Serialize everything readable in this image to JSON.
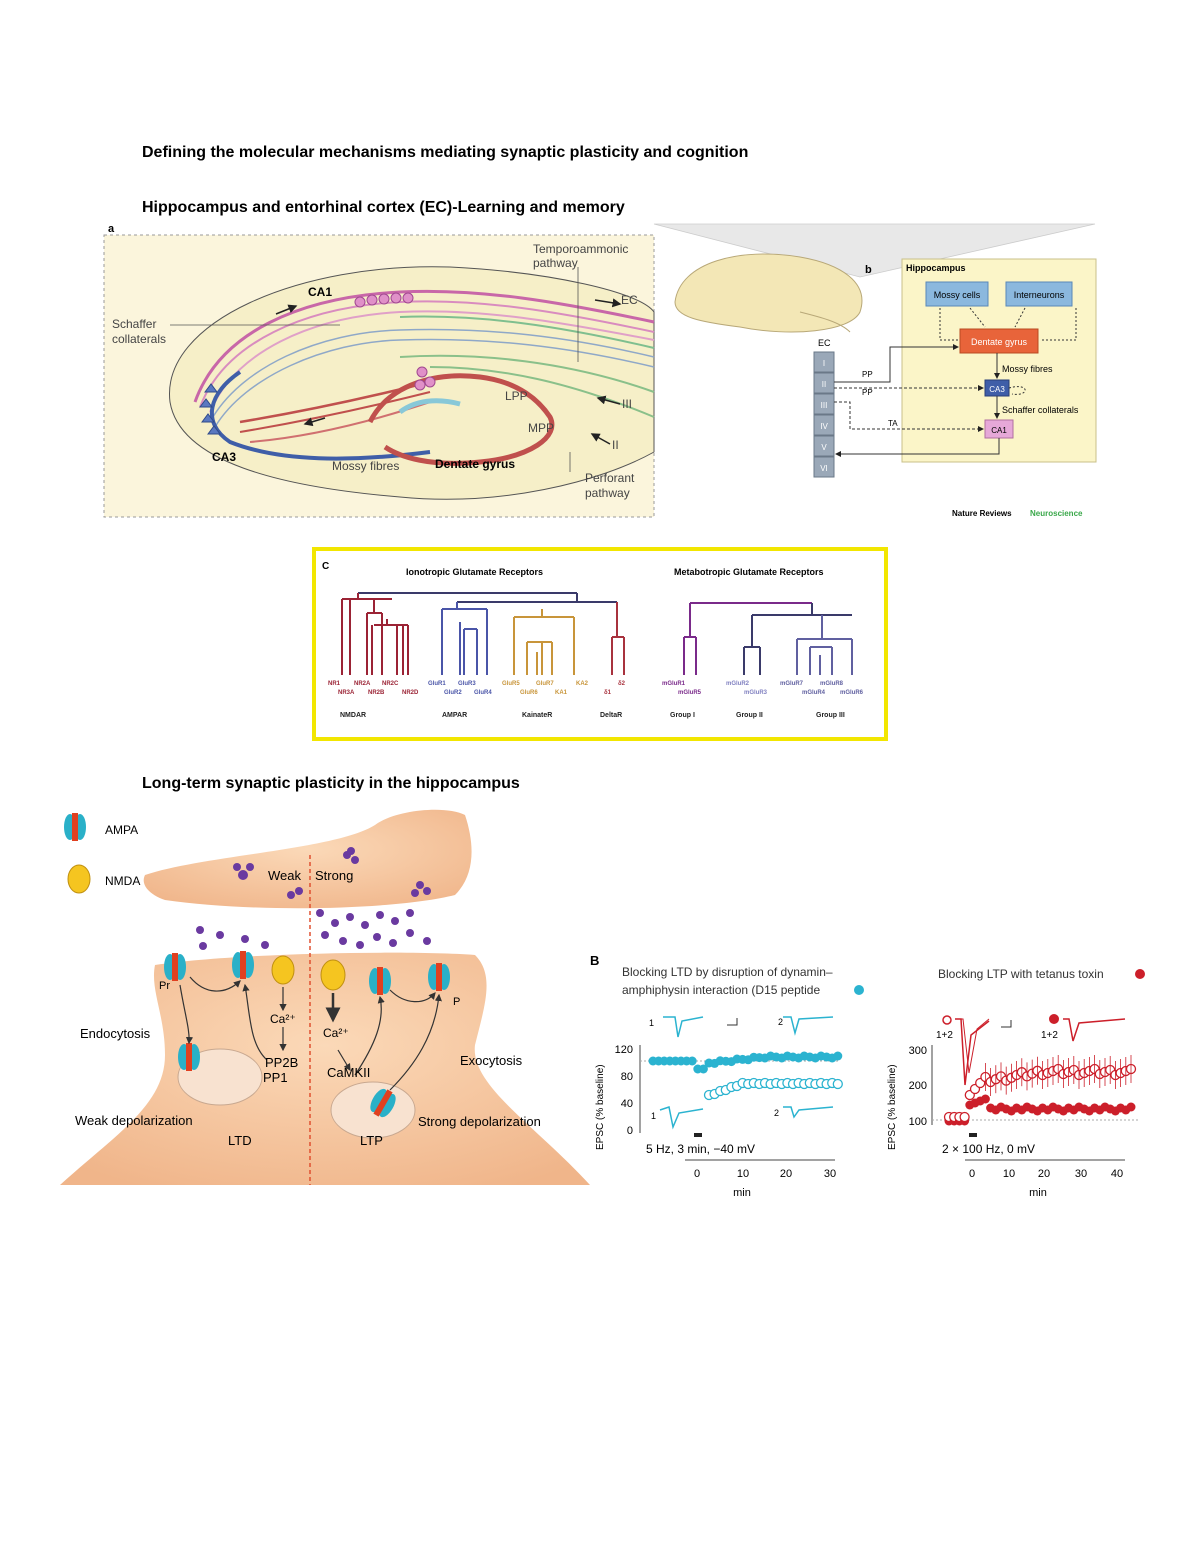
{
  "headings": {
    "title": "Defining the molecular mechanisms mediating synaptic plasticity and cognition",
    "section1": "Hippocampus and entorhinal cortex (EC)-Learning and memory",
    "section2": "Long-term synaptic plasticity in the hippocampus"
  },
  "figure_a": {
    "panel": "a",
    "temporoammonic": [
      "Temporoammonic",
      "pathway"
    ],
    "ec_arrow": "EC",
    "ca1": "CA1",
    "schaffer": [
      "Schaffer",
      "collaterals"
    ],
    "lpp": "LPP",
    "mpp": "MPP",
    "iii": "III",
    "ii": "II",
    "ca3": "CA3",
    "mossy": "Mossy fibres",
    "dentate": "Dentate gyrus",
    "perforant": [
      "Perforant",
      "pathway"
    ]
  },
  "figure_b": {
    "panel": "b",
    "hippocampus": "Hippocampus",
    "mossy_cells": "Mossy cells",
    "interneurons": "Interneurons",
    "dentate_gyrus": "Dentate gyrus",
    "mossy_fibres": "Mossy fibres",
    "ca3": "CA3",
    "schaffer": "Schaffer collaterals",
    "ca1": "CA1",
    "ec": "EC",
    "layers": [
      "I",
      "II",
      "III",
      "IV",
      "V",
      "VI"
    ],
    "pp1": "PP",
    "pp2": "PP",
    "ta": "TA",
    "credit_a": "Nature Reviews",
    "credit_b": "Neuroscience"
  },
  "figure_c": {
    "panel": "C",
    "ionotropic": "Ionotropic Glutamate Receptors",
    "metabotropic": "Metabotropic Glutamate Receptors",
    "top_row": [
      "NR1",
      "NR2A",
      "NR2C",
      "GluR1",
      "GluR3",
      "GluR5",
      "GluR7",
      "KA2",
      "δ2",
      "mGluR1",
      "mGluR2",
      "mGluR7",
      "mGluR8"
    ],
    "bottom_row": [
      "NR3A",
      "NR2B",
      "NR2D",
      "GluR2",
      "GluR4",
      "GluR6",
      "KA1",
      "δ1",
      "mGluR5",
      "mGluR3",
      "mGluR4",
      "mGluR6"
    ],
    "groups": [
      "NMDAR",
      "AMPAR",
      "KainateR",
      "DeltaR",
      "Group I",
      "Group II",
      "Group III"
    ],
    "colors": {
      "nmda": "#9b2335",
      "ampa": "#4a55a8",
      "kainate": "#c8953a",
      "delta": "#a8323e",
      "group1": "#7a2a8a",
      "group2": "#8080c0",
      "group3": "#6060a0",
      "frame": "#f2e600"
    }
  },
  "figure_ltp": {
    "ampa": "AMPA",
    "nmda": "NMDA",
    "weak": "Weak",
    "strong": "Strong",
    "pr": "Pr",
    "p": "P",
    "endocytosis": "Endocytosis",
    "exocytosis": "Exocytosis",
    "ca_left": "Ca²⁺",
    "ca_right": "Ca²⁺",
    "pp2b": "PP2B",
    "pp1": "PP1",
    "camkii": "CaMKII",
    "weak_depol": "Weak depolarization",
    "strong_depol": "Strong depolarization",
    "ltd": "LTD",
    "ltp": "LTP"
  },
  "figure_B": {
    "panel": "B",
    "left_title": [
      "Blocking LTD by disruption of dynamin–",
      "amphiphysin interaction (D15 peptide"
    ],
    "right_title": "Blocking LTP with tetanus toxin",
    "left_ylabel": "EPSC (% baseline)",
    "right_ylabel": "EPSC (% baseline)",
    "left_protocol": "5 Hz, 3 min, −40 mV",
    "right_protocol": "2 × 100 Hz, 0 mV",
    "left_xlabel": "min",
    "right_xlabel": "min",
    "left_yticks": [
      "120",
      "80",
      "40",
      "0"
    ],
    "right_yticks": [
      "300",
      "200",
      "100"
    ],
    "left_xticks": [
      "0",
      "10",
      "20",
      "30"
    ],
    "right_xticks": [
      "0",
      "10",
      "20",
      "30",
      "40"
    ],
    "trace_labels": [
      "1",
      "2",
      "1",
      "2",
      "1+2",
      "1+2"
    ],
    "cyan": "#2bb3d0",
    "red": "#cc1f2a"
  }
}
